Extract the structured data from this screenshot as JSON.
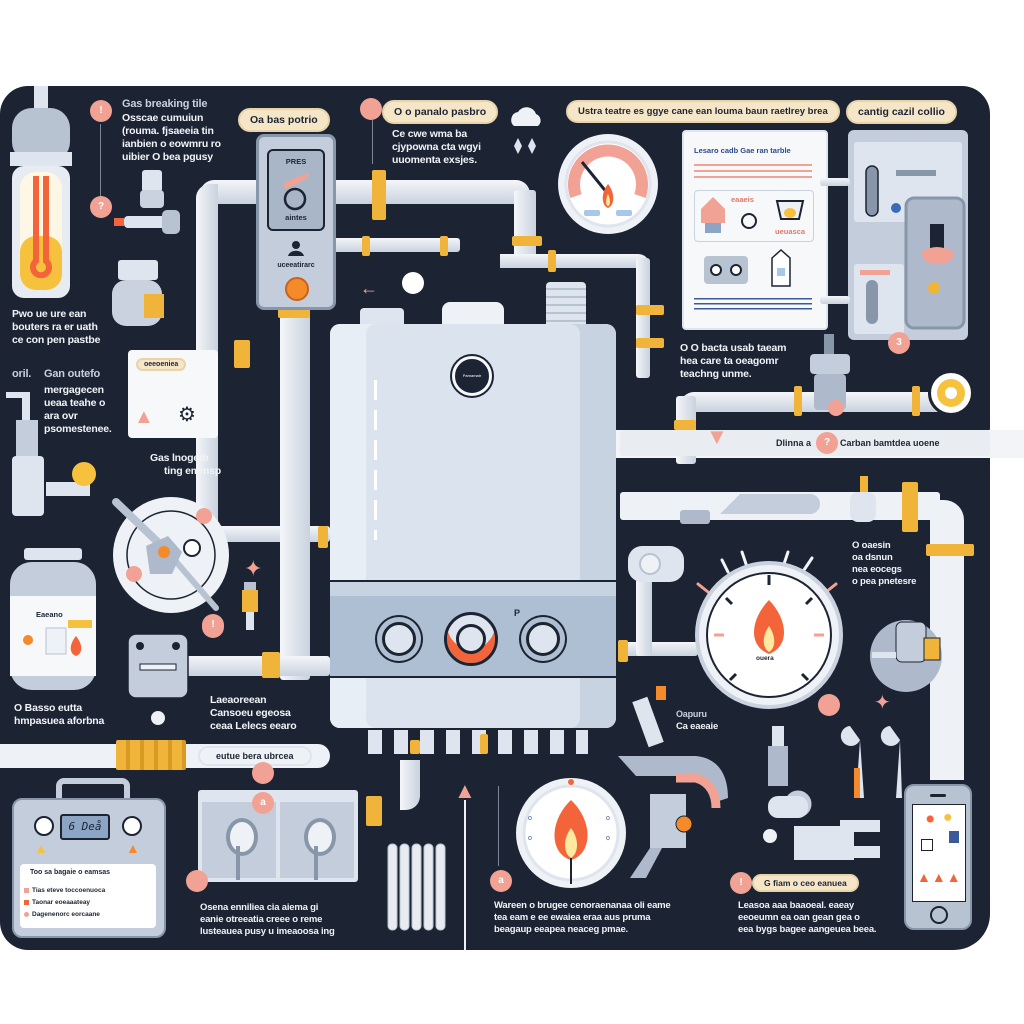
{
  "colors": {
    "panel": "#1c2433",
    "pipe": "#dfe5ee",
    "fitting": "#f0b43a",
    "accent": "#f2a294",
    "flame": "#f4643a",
    "label_bg": "#f6e6c8"
  },
  "sections": {
    "thermocouple": {
      "title": "Gas breaking tile",
      "body": [
        "Osscae cumuiun",
        "(rouma. fjsaeeia tin",
        "ianbien o eowmru ro",
        "uibier O bea pgusy"
      ],
      "badges": [
        "!",
        "?"
      ],
      "icon": "thermocouple-icon"
    },
    "gas_valve": {
      "label": "Oa bas potrio",
      "panel_top": "PRES",
      "panel_mid": "aintes",
      "panel_bottom": "uceeatirarc",
      "icon": "gas-valve-icon"
    },
    "pressure_note": {
      "label": "O o panalo pasbro",
      "body": [
        "Ce cwe wma ba",
        "cjypowna cta wgyi",
        "uuomenta exsjes."
      ],
      "icon": "cloud-icon"
    },
    "checklist": {
      "label": "Ustra teatre es ggye cane ean louma baun raetlrey brea",
      "sheet_title": "Lesaro cadb Gae ran tarble",
      "sheet_caption": "eaaeis",
      "sheet_footer": "ueuasca",
      "icon": "document-icon"
    },
    "control_unit": {
      "label": "cantig cazil collio",
      "badge": "3",
      "icon": "control-unit-icon"
    },
    "pressure_gauge_top": {
      "icon": "pressure-gauge-icon"
    },
    "left_note": {
      "body": [
        "Pwo ue ure ean",
        "bouters ra er uath",
        "ce con pen pastbe"
      ]
    },
    "gas_cylinder": {
      "title_prefix": "oril.",
      "title": "Gan outefo",
      "body": [
        "mergagecen",
        "ueaa teahe o",
        "ara ovr",
        "psomestenee."
      ],
      "warning_label": "oeeoeniea"
    },
    "pilot": {
      "body": [
        "Gas lnogetb",
        "ting emmsp"
      ]
    },
    "flue_note": {
      "body": [
        "O O bacta usab taeam",
        "hea care ta oeagomr",
        "teachng unme."
      ]
    },
    "carbon": {
      "prefix": "Dlinna a",
      "badge": "?",
      "text": "Carban bamtdea uoene"
    },
    "flame_gauge": {
      "label": "ouera",
      "body": [
        "O oaesin",
        "oa dsnun",
        "nea eocegs",
        "o pea pnetesre"
      ]
    },
    "boiler": {
      "logo": "Pamamatr",
      "dial_mark": "P"
    },
    "tank": {
      "label": "Eaeano",
      "body": [
        "O Basso eutta",
        "hmpasuea aforbna"
      ]
    },
    "valve_note": {
      "badge": "!",
      "body": [
        "Laeaoreean",
        "Cansoeu egeosa",
        "ceaa Lelecs eearo"
      ]
    },
    "pipe_label": {
      "text": "eutue bera ubrcea"
    },
    "meter": {
      "display": "6 Deå",
      "heading": "Too sa bagaie o eamsas",
      "items": [
        "Tias eteve toccoenuoca",
        "Taonar eoeaaateay",
        "Dagenenorc eorcaane"
      ]
    },
    "isolators": {
      "badge": "a",
      "body": [
        "Osena enniliea cia aiema gi",
        "eanie otreeatia creee o reme",
        "lusteauea pusy u imeaoosa ing"
      ]
    },
    "burner": {
      "badge": "a",
      "body": [
        "Wareen o brugee cenoraenanaa oli eame",
        "tea eam e ee ewaiea eraa aus pruma",
        "beagaup eeapea neaceg pmae."
      ]
    },
    "tools": {
      "label_prefix": "Oapuru",
      "label": "Ca eaeaie",
      "icon": "wrench-icon"
    },
    "app": {
      "badge": "!",
      "label": "G fiam o ceo eanuea",
      "body": [
        "Leasoa aaa baaoeal. eaeay",
        "eeoeumn ea oan gean gea o",
        "eea bygs bagee aangeuea beea."
      ],
      "icon": "phone-icon"
    }
  }
}
